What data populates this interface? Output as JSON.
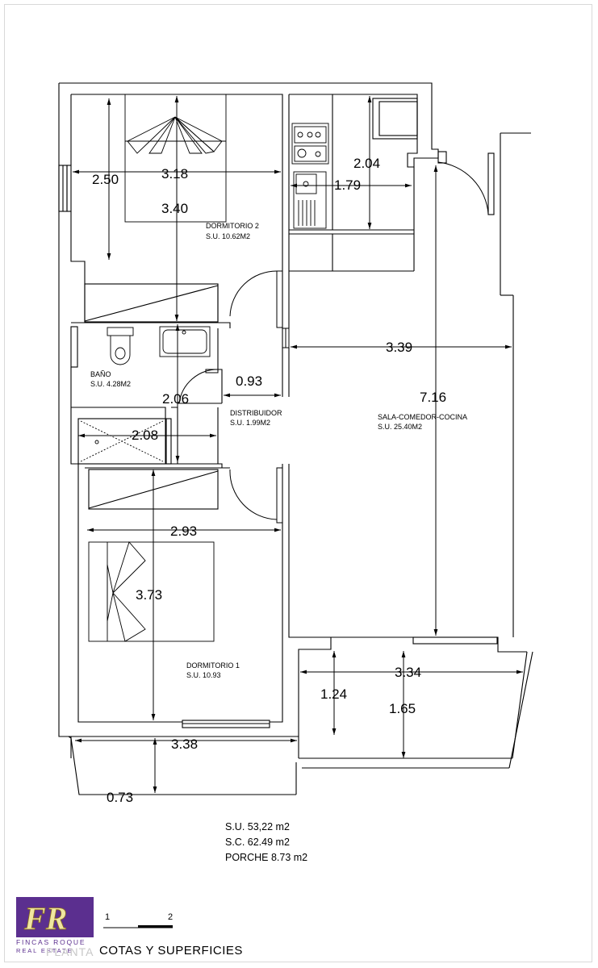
{
  "rooms": {
    "dormitorio2": {
      "name": "DORMITORIO 2",
      "area": "S.U. 10.62M2"
    },
    "bano": {
      "name": "BAÑO",
      "area": "S.U. 4.28M2"
    },
    "distribuidor": {
      "name": "DISTRIBUIDOR",
      "area": "S.U. 1.99M2"
    },
    "sala": {
      "name": "SALA-COMEDOR-COCINA",
      "area": "S.U. 25.40M2"
    },
    "dormitorio1": {
      "name": "DORMITORIO 1",
      "area": "S.U. 10.93"
    }
  },
  "dimensions": {
    "d250": "2.50",
    "d318": "3.18",
    "d340": "3.40",
    "d204": "2.04",
    "d179": "1.79",
    "d339": "3.39",
    "d093": "0.93",
    "d206": "2.06",
    "d716": "7.16",
    "d208": "2.08",
    "d293": "2.93",
    "d373": "3.73",
    "d334": "3.34",
    "d124": "1.24",
    "d165": "1.65",
    "d338": "3.38",
    "d073": "0.73"
  },
  "totals": {
    "su": "S.U. 53,22 m2",
    "sc": "S.C. 62.49 m2",
    "porche": "PORCHE 8.73 m2"
  },
  "scale": {
    "label1": "1",
    "label2": "2"
  },
  "logo": {
    "letters": "FR",
    "company": "FINCAS ROQUE",
    "tagline": "REAL ESTATE"
  },
  "footer": {
    "plant": "PLANTA",
    "title": "COTAS Y SUPERFICIES"
  },
  "colors": {
    "logo_purple": "#5b2f8f",
    "wall": "#000000"
  }
}
